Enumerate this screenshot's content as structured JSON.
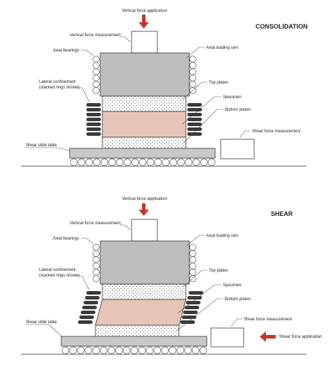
{
  "colors": {
    "arrow": "#c0392b",
    "ram": "#bdbdbd",
    "base": "#c8c8c8",
    "specimen": "#e7c4b8",
    "outline": "#333333",
    "leader": "#555555",
    "ring": "#3a3a3a"
  },
  "consolidation": {
    "title": "CONSOLIDATION",
    "labels": {
      "vertical_force_application": "Vertical force application",
      "vertical_force_measurement": "Vertical force measurement",
      "axial_bearings": "Axial bearings",
      "axial_loading_ram": "Axial loading ram",
      "top_platen": "Top platen",
      "lateral_confinement": "Lateral confinement",
      "stacked_rings": "(stacked rings shown)",
      "specimen": "Specimen",
      "bottom_platen": "Bottom platen",
      "shear_force_measurement": "Shear force measurement",
      "shear_slide_table": "Shear slide table"
    }
  },
  "shear": {
    "title": "SHEAR",
    "labels": {
      "vertical_force_application": "Vertical force application",
      "vertical_force_measurement": "Vertical force measurement",
      "axial_bearings": "Axial bearings",
      "axial_loading_ram": "Axial loading ram",
      "top_platen": "Top platen",
      "lateral_confinement": "Lateral confinement",
      "stacked_rings": "(stacked rings shown)",
      "specimen": "Specimen",
      "bottom_platen": "Bottom platen",
      "shear_force_measurement": "Shear force measurement",
      "shear_slide_table": "Shear slide table",
      "shear_force_application": "Shear force application"
    }
  }
}
